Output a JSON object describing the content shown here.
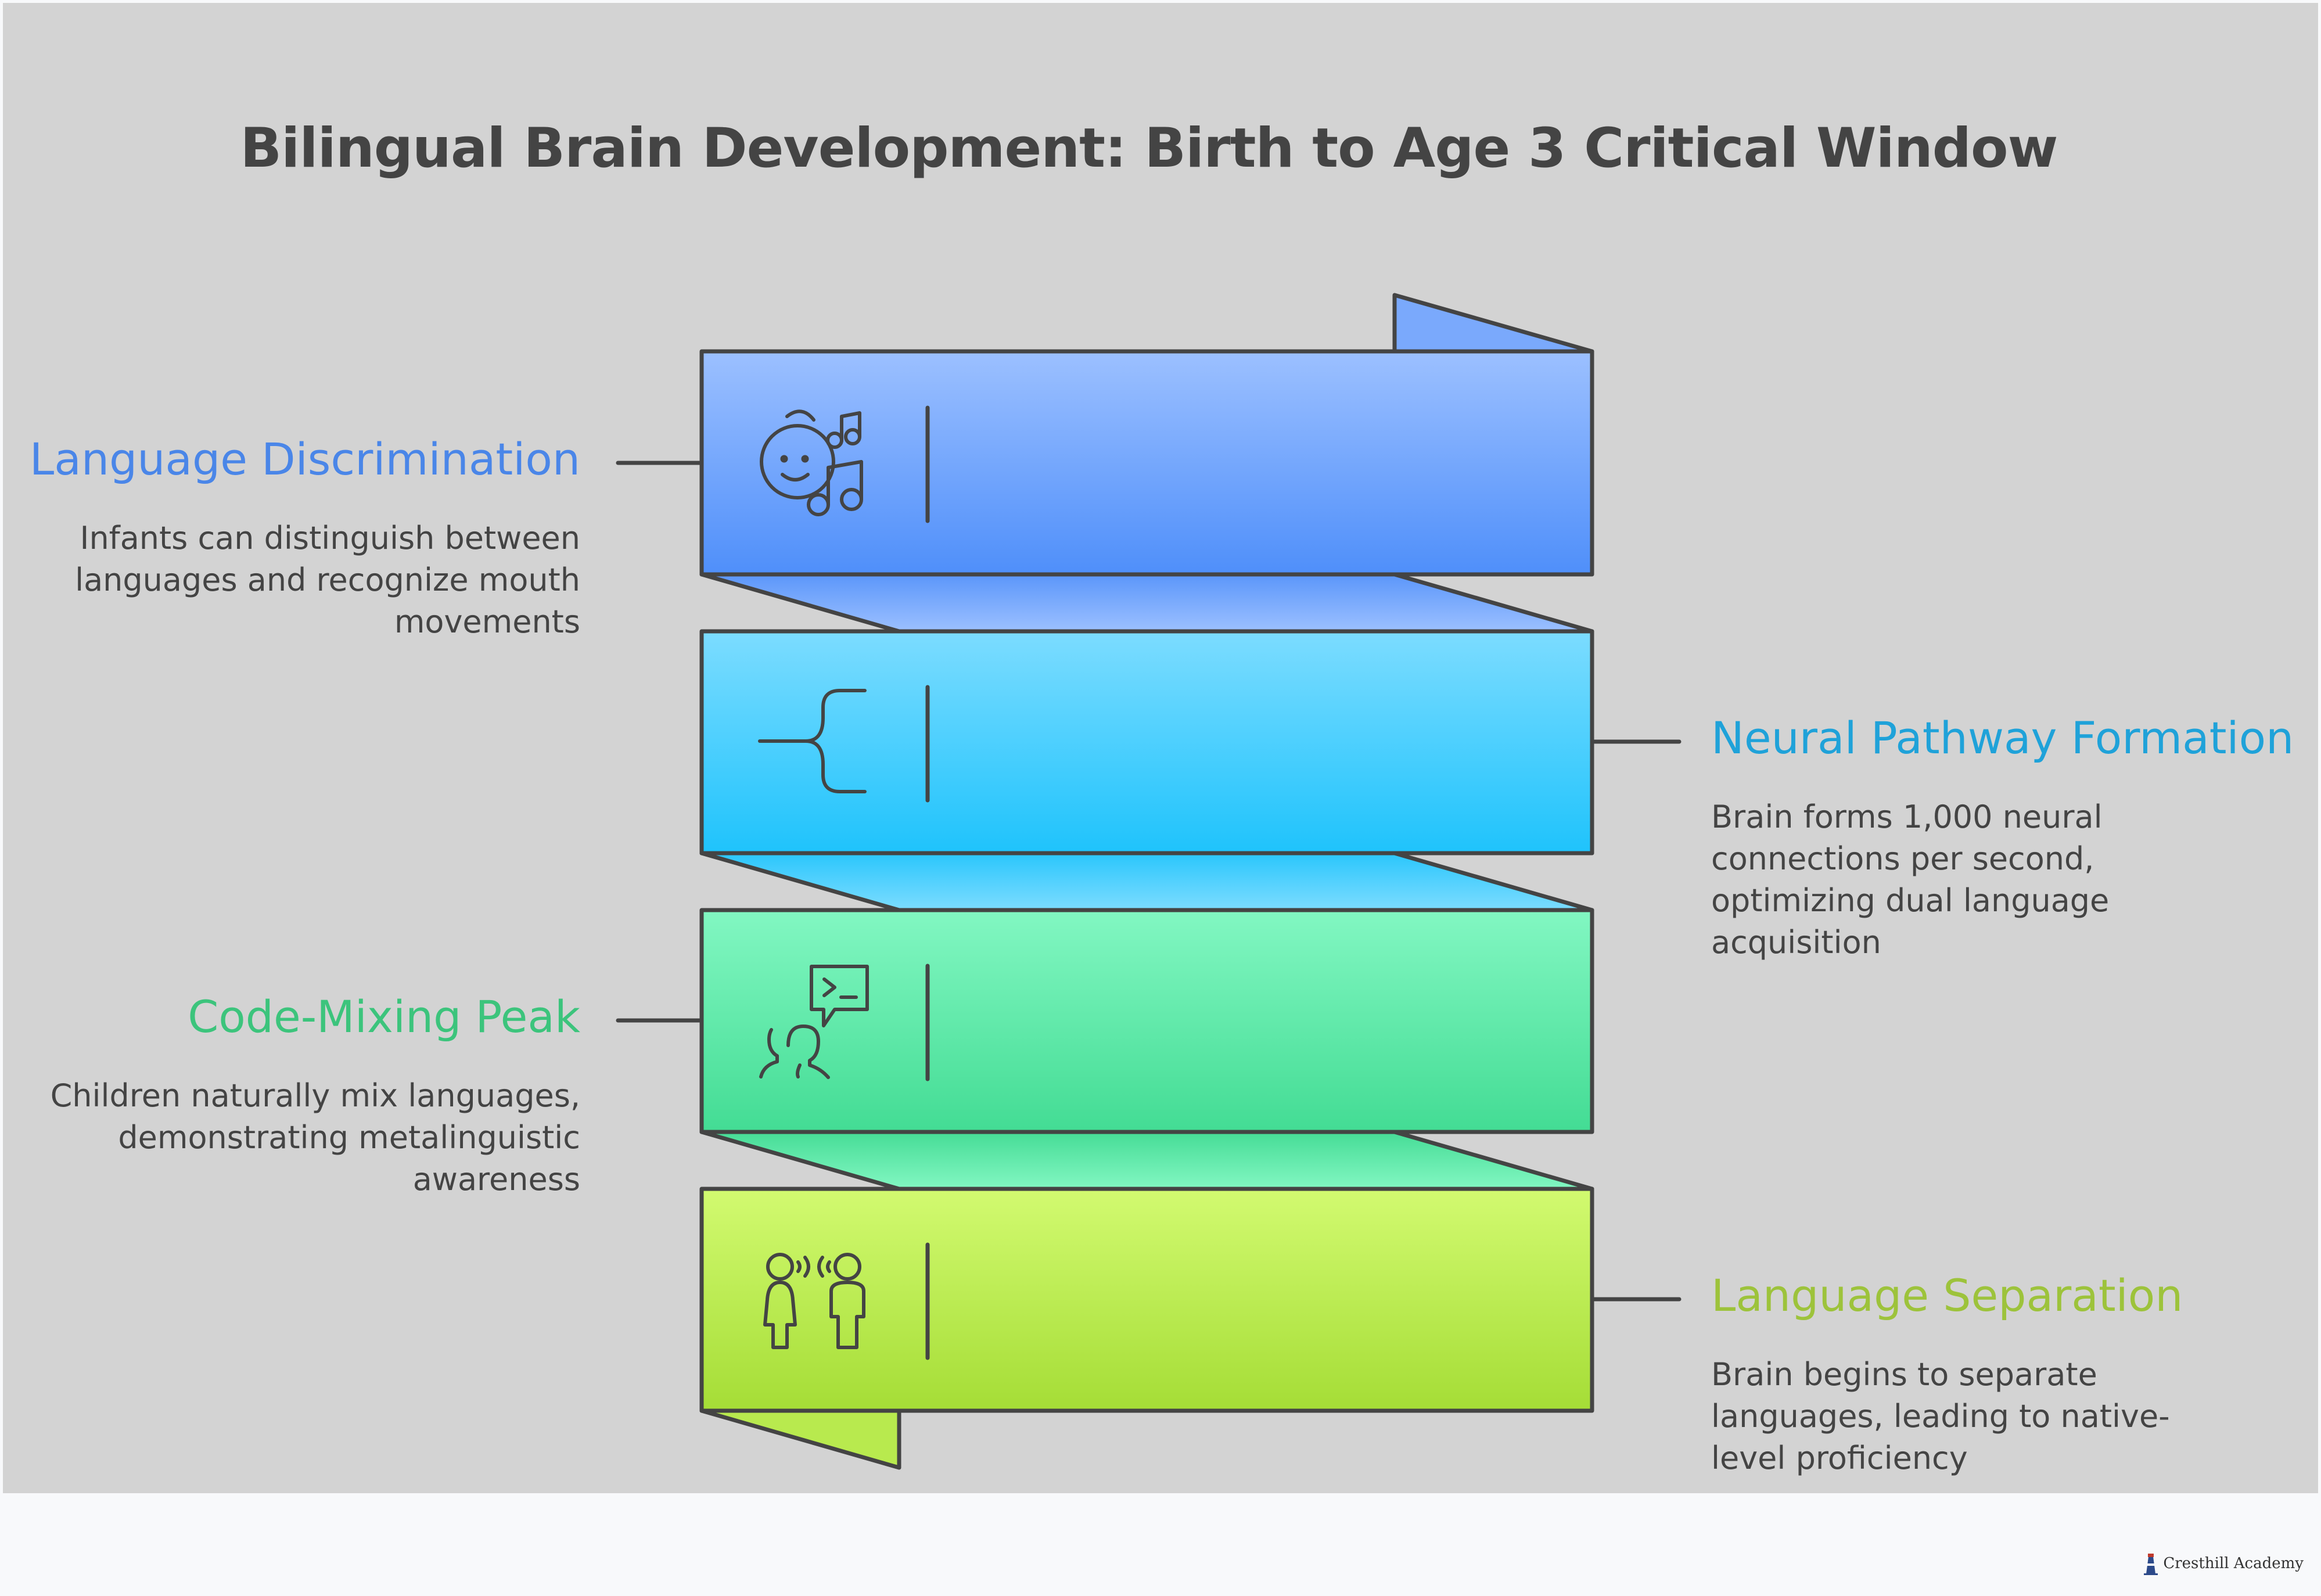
{
  "title": "Bilingual Brain Development: Birth to Age 3 Critical Window",
  "stages": [
    {
      "title": "Language Discrimination",
      "description": "Infants can distinguish between languages and recognize mouth movements",
      "icon": "baby-music-icon",
      "color": "#4a86e8"
    },
    {
      "title": "Neural Pathway Formation",
      "description": "Brain forms 1,000 neural connections per second, optimizing dual language acquisition",
      "icon": "branching-pathway-icon",
      "color": "#1fa2d9"
    },
    {
      "title": "Code-Mixing Peak",
      "description": "Children naturally mix languages, demonstrating metalinguistic awareness",
      "icon": "person-speech-terminal-icon",
      "color": "#3cc47c"
    },
    {
      "title": "Language Separation",
      "description": "Brain begins to separate languages, leading to native-level proficiency",
      "icon": "two-people-talking-icon",
      "color": "#9dc33b"
    }
  ],
  "footer": {
    "brand": "Cresthill Academy"
  }
}
